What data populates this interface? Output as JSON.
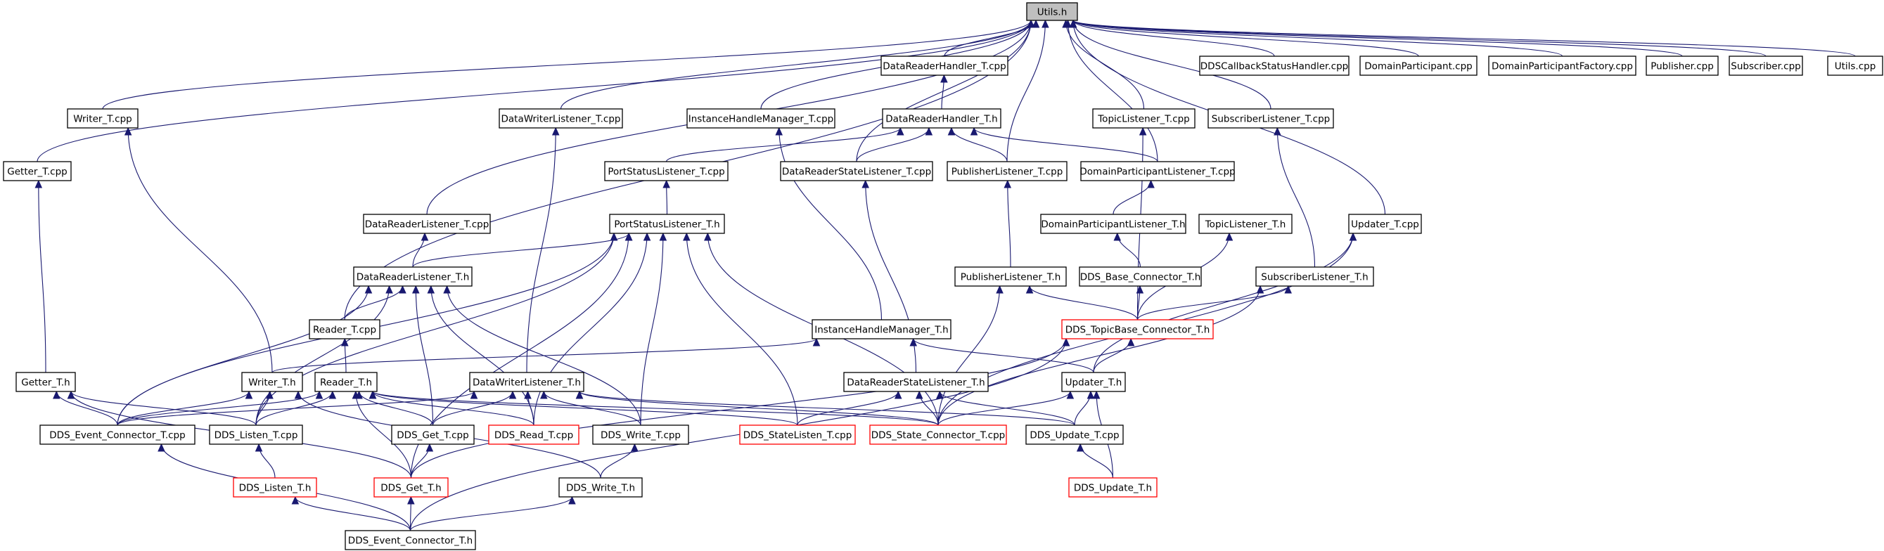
{
  "diagram": {
    "title": "",
    "colors": {
      "edge": "#191970",
      "border": "#000000",
      "highlight_border": "#ff0000",
      "root_fill": "#bfbfbf"
    },
    "nodes": [
      {
        "id": "utils_h",
        "label": "Utils.h",
        "style": "root"
      },
      {
        "id": "dataReaderHandler_T_cpp",
        "label": "DataReaderHandler_T.cpp",
        "style": "normal"
      },
      {
        "id": "ddsCallbackStatusHandler_cpp",
        "label": "DDSCallbackStatusHandler.cpp",
        "style": "normal"
      },
      {
        "id": "domainParticipant_cpp",
        "label": "DomainParticipant.cpp",
        "style": "normal"
      },
      {
        "id": "domainParticipantFactory_cpp",
        "label": "DomainParticipantFactory.cpp",
        "style": "normal"
      },
      {
        "id": "publisher_cpp",
        "label": "Publisher.cpp",
        "style": "normal"
      },
      {
        "id": "subscriber_cpp",
        "label": "Subscriber.cpp",
        "style": "normal"
      },
      {
        "id": "utils_cpp",
        "label": "Utils.cpp",
        "style": "normal"
      },
      {
        "id": "writer_T_cpp",
        "label": "Writer_T.cpp",
        "style": "normal"
      },
      {
        "id": "dataWriterListener_T_cpp",
        "label": "DataWriterListener_T.cpp",
        "style": "normal"
      },
      {
        "id": "instanceHandleManager_T_cpp",
        "label": "InstanceHandleManager_T.cpp",
        "style": "normal"
      },
      {
        "id": "dataReaderHandler_T_h",
        "label": "DataReaderHandler_T.h",
        "style": "normal"
      },
      {
        "id": "topicListener_T_cpp",
        "label": "TopicListener_T.cpp",
        "style": "normal"
      },
      {
        "id": "subscriberListener_T_cpp",
        "label": "SubscriberListener_T.cpp",
        "style": "normal"
      },
      {
        "id": "getter_T_cpp",
        "label": "Getter_T.cpp",
        "style": "normal"
      },
      {
        "id": "portStatusListener_T_cpp",
        "label": "PortStatusListener_T.cpp",
        "style": "normal"
      },
      {
        "id": "dataReaderStateListener_T_cpp",
        "label": "DataReaderStateListener_T.cpp",
        "style": "normal"
      },
      {
        "id": "publisherListener_T_cpp",
        "label": "PublisherListener_T.cpp",
        "style": "normal"
      },
      {
        "id": "domainParticipantListener_T_cpp",
        "label": "DomainParticipantListener_T.cpp",
        "style": "normal"
      },
      {
        "id": "dataReaderListener_T_cpp",
        "label": "DataReaderListener_T.cpp",
        "style": "normal"
      },
      {
        "id": "portStatusListener_T_h",
        "label": "PortStatusListener_T.h",
        "style": "normal"
      },
      {
        "id": "domainParticipantListener_T_h",
        "label": "DomainParticipantListener_T.h",
        "style": "normal"
      },
      {
        "id": "topicListener_T_h",
        "label": "TopicListener_T.h",
        "style": "normal"
      },
      {
        "id": "updater_T_cpp",
        "label": "Updater_T.cpp",
        "style": "normal"
      },
      {
        "id": "dataReaderListener_T_h",
        "label": "DataReaderListener_T.h",
        "style": "normal"
      },
      {
        "id": "publisherListener_T_h",
        "label": "PublisherListener_T.h",
        "style": "normal"
      },
      {
        "id": "dds_Base_Connector_T_h",
        "label": "DDS_Base_Connector_T.h",
        "style": "normal"
      },
      {
        "id": "subscriberListener_T_h",
        "label": "SubscriberListener_T.h",
        "style": "normal"
      },
      {
        "id": "reader_T_cpp",
        "label": "Reader_T.cpp",
        "style": "normal"
      },
      {
        "id": "instanceHandleManager_T_h",
        "label": "InstanceHandleManager_T.h",
        "style": "normal"
      },
      {
        "id": "dds_TopicBase_Connector_T_h",
        "label": "DDS_TopicBase_Connector_T.h",
        "style": "red"
      },
      {
        "id": "getter_T_h",
        "label": "Getter_T.h",
        "style": "normal"
      },
      {
        "id": "writer_T_h",
        "label": "Writer_T.h",
        "style": "normal"
      },
      {
        "id": "reader_T_h",
        "label": "Reader_T.h",
        "style": "normal"
      },
      {
        "id": "dataWriterListener_T_h",
        "label": "DataWriterListener_T.h",
        "style": "normal"
      },
      {
        "id": "dataReaderStateListener_T_h",
        "label": "DataReaderStateListener_T.h",
        "style": "normal"
      },
      {
        "id": "updater_T_h",
        "label": "Updater_T.h",
        "style": "normal"
      },
      {
        "id": "dds_Event_Connector_T_cpp",
        "label": "DDS_Event_Connector_T.cpp",
        "style": "normal"
      },
      {
        "id": "dds_Listen_T_cpp",
        "label": "DDS_Listen_T.cpp",
        "style": "normal"
      },
      {
        "id": "dds_Get_T_cpp",
        "label": "DDS_Get_T.cpp",
        "style": "normal"
      },
      {
        "id": "dds_Read_T_cpp",
        "label": "DDS_Read_T.cpp",
        "style": "red"
      },
      {
        "id": "dds_Write_T_cpp",
        "label": "DDS_Write_T.cpp",
        "style": "normal"
      },
      {
        "id": "dds_StateListen_T_cpp",
        "label": "DDS_StateListen_T.cpp",
        "style": "red"
      },
      {
        "id": "dds_State_Connector_T_cpp",
        "label": "DDS_State_Connector_T.cpp",
        "style": "red"
      },
      {
        "id": "dds_Update_T_cpp",
        "label": "DDS_Update_T.cpp",
        "style": "normal"
      },
      {
        "id": "dds_Listen_T_h",
        "label": "DDS_Listen_T.h",
        "style": "red"
      },
      {
        "id": "dds_Get_T_h",
        "label": "DDS_Get_T.h",
        "style": "red"
      },
      {
        "id": "dds_Write_T_h",
        "label": "DDS_Write_T.h",
        "style": "normal"
      },
      {
        "id": "dds_Update_T_h",
        "label": "DDS_Update_T.h",
        "style": "red"
      },
      {
        "id": "dds_Event_Connector_T_h",
        "label": "DDS_Event_Connector_T.h",
        "style": "normal"
      }
    ],
    "edges": [
      {
        "from": "dataReaderHandler_T_cpp",
        "to": "utils_h"
      },
      {
        "from": "ddsCallbackStatusHandler_cpp",
        "to": "utils_h"
      },
      {
        "from": "domainParticipant_cpp",
        "to": "utils_h"
      },
      {
        "from": "domainParticipantFactory_cpp",
        "to": "utils_h"
      },
      {
        "from": "publisher_cpp",
        "to": "utils_h"
      },
      {
        "from": "subscriber_cpp",
        "to": "utils_h"
      },
      {
        "from": "utils_cpp",
        "to": "utils_h"
      },
      {
        "from": "writer_T_cpp",
        "to": "utils_h"
      },
      {
        "from": "dataWriterListener_T_cpp",
        "to": "utils_h"
      },
      {
        "from": "instanceHandleManager_T_cpp",
        "to": "utils_h"
      },
      {
        "from": "topicListener_T_cpp",
        "to": "utils_h"
      },
      {
        "from": "subscriberListener_T_cpp",
        "to": "utils_h"
      },
      {
        "from": "getter_T_cpp",
        "to": "utils_h"
      },
      {
        "from": "dataReaderStateListener_T_cpp",
        "to": "utils_h"
      },
      {
        "from": "publisherListener_T_cpp",
        "to": "utils_h"
      },
      {
        "from": "domainParticipantListener_T_cpp",
        "to": "utils_h"
      },
      {
        "from": "dataReaderListener_T_cpp",
        "to": "utils_h"
      },
      {
        "from": "updater_T_cpp",
        "to": "utils_h"
      },
      {
        "from": "reader_T_cpp",
        "to": "utils_h"
      },
      {
        "from": "dataReaderHandler_T_h",
        "to": "dataReaderHandler_T_cpp"
      },
      {
        "from": "portStatusListener_T_cpp",
        "to": "dataReaderHandler_T_h"
      },
      {
        "from": "dataReaderStateListener_T_cpp",
        "to": "dataReaderHandler_T_h"
      },
      {
        "from": "publisherListener_T_cpp",
        "to": "dataReaderHandler_T_h"
      },
      {
        "from": "domainParticipantListener_T_cpp",
        "to": "dataReaderHandler_T_h"
      },
      {
        "from": "writer_T_h",
        "to": "writer_T_cpp"
      },
      {
        "from": "dataWriterListener_T_h",
        "to": "dataWriterListener_T_cpp"
      },
      {
        "from": "instanceHandleManager_T_h",
        "to": "instanceHandleManager_T_cpp"
      },
      {
        "from": "dds_TopicBase_Connector_T_h",
        "to": "topicListener_T_cpp"
      },
      {
        "from": "subscriberListener_T_h",
        "to": "subscriberListener_T_cpp"
      },
      {
        "from": "getter_T_h",
        "to": "getter_T_cpp"
      },
      {
        "from": "portStatusListener_T_h",
        "to": "portStatusListener_T_cpp"
      },
      {
        "from": "dataReaderStateListener_T_h",
        "to": "dataReaderStateListener_T_cpp"
      },
      {
        "from": "publisherListener_T_h",
        "to": "publisherListener_T_cpp"
      },
      {
        "from": "domainParticipantListener_T_h",
        "to": "domainParticipantListener_T_cpp"
      },
      {
        "from": "dataReaderListener_T_h",
        "to": "dataReaderListener_T_cpp"
      },
      {
        "from": "updater_T_h",
        "to": "updater_T_cpp"
      },
      {
        "from": "reader_T_h",
        "to": "reader_T_cpp"
      },
      {
        "from": "dataReaderListener_T_h",
        "to": "portStatusListener_T_h"
      },
      {
        "from": "dds_Event_Connector_T_cpp",
        "to": "portStatusListener_T_h"
      },
      {
        "from": "dds_Listen_T_cpp",
        "to": "portStatusListener_T_h"
      },
      {
        "from": "dds_Read_T_cpp",
        "to": "portStatusListener_T_h"
      },
      {
        "from": "dds_Write_T_cpp",
        "to": "portStatusListener_T_h"
      },
      {
        "from": "dds_StateListen_T_cpp",
        "to": "portStatusListener_T_h"
      },
      {
        "from": "dds_State_Connector_T_cpp",
        "to": "portStatusListener_T_h"
      },
      {
        "from": "dds_Get_T_h",
        "to": "portStatusListener_T_h"
      },
      {
        "from": "dds_Base_Connector_T_h",
        "to": "domainParticipantListener_T_h"
      },
      {
        "from": "dds_TopicBase_Connector_T_h",
        "to": "topicListener_T_h"
      },
      {
        "from": "dds_State_Connector_T_cpp",
        "to": "updater_T_cpp"
      },
      {
        "from": "reader_T_cpp",
        "to": "dataReaderListener_T_h"
      },
      {
        "from": "dds_Event_Connector_T_cpp",
        "to": "dataReaderListener_T_h"
      },
      {
        "from": "dds_Listen_T_cpp",
        "to": "dataReaderListener_T_h"
      },
      {
        "from": "dds_Get_T_cpp",
        "to": "dataReaderListener_T_h"
      },
      {
        "from": "dds_Read_T_cpp",
        "to": "dataReaderListener_T_h"
      },
      {
        "from": "dds_Write_T_cpp",
        "to": "dataReaderListener_T_h"
      },
      {
        "from": "dds_TopicBase_Connector_T_h",
        "to": "publisherListener_T_h"
      },
      {
        "from": "dds_State_Connector_T_cpp",
        "to": "publisherListener_T_h"
      },
      {
        "from": "dds_TopicBase_Connector_T_h",
        "to": "dds_Base_Connector_T_h"
      },
      {
        "from": "dds_TopicBase_Connector_T_h",
        "to": "subscriberListener_T_h"
      },
      {
        "from": "dds_State_Connector_T_cpp",
        "to": "subscriberListener_T_h"
      },
      {
        "from": "writer_T_h",
        "to": "instanceHandleManager_T_h"
      },
      {
        "from": "updater_T_h",
        "to": "instanceHandleManager_T_h"
      },
      {
        "from": "updater_T_h",
        "to": "dds_TopicBase_Connector_T_h"
      },
      {
        "from": "dds_Get_T_h",
        "to": "dds_TopicBase_Connector_T_h"
      },
      {
        "from": "dds_Event_Connector_T_h",
        "to": "dds_TopicBase_Connector_T_h"
      },
      {
        "from": "dds_Event_Connector_T_cpp",
        "to": "getter_T_h"
      },
      {
        "from": "dds_Listen_T_cpp",
        "to": "getter_T_h"
      },
      {
        "from": "dds_Get_T_h",
        "to": "getter_T_h"
      },
      {
        "from": "dds_Event_Connector_T_cpp",
        "to": "writer_T_h"
      },
      {
        "from": "dds_Listen_T_cpp",
        "to": "writer_T_h"
      },
      {
        "from": "dds_Write_T_h",
        "to": "writer_T_h"
      },
      {
        "from": "dds_Event_Connector_T_cpp",
        "to": "reader_T_h"
      },
      {
        "from": "dds_Listen_T_cpp",
        "to": "reader_T_h"
      },
      {
        "from": "dds_Get_T_cpp",
        "to": "reader_T_h"
      },
      {
        "from": "dds_Read_T_cpp",
        "to": "reader_T_h"
      },
      {
        "from": "dds_StateListen_T_cpp",
        "to": "reader_T_h"
      },
      {
        "from": "dds_State_Connector_T_cpp",
        "to": "reader_T_h"
      },
      {
        "from": "dds_Get_T_h",
        "to": "reader_T_h"
      },
      {
        "from": "dds_Event_Connector_T_cpp",
        "to": "dataWriterListener_T_h"
      },
      {
        "from": "dds_Get_T_cpp",
        "to": "dataWriterListener_T_h"
      },
      {
        "from": "dds_Read_T_cpp",
        "to": "dataWriterListener_T_h"
      },
      {
        "from": "dds_Write_T_cpp",
        "to": "dataWriterListener_T_h"
      },
      {
        "from": "dds_State_Connector_T_cpp",
        "to": "dataWriterListener_T_h"
      },
      {
        "from": "dds_Update_T_cpp",
        "to": "dataWriterListener_T_h"
      },
      {
        "from": "dds_StateListen_T_cpp",
        "to": "dataReaderStateListener_T_h"
      },
      {
        "from": "dds_State_Connector_T_cpp",
        "to": "dataReaderStateListener_T_h"
      },
      {
        "from": "dds_Update_T_cpp",
        "to": "dataReaderStateListener_T_h"
      },
      {
        "from": "dds_State_Connector_T_cpp",
        "to": "updater_T_h"
      },
      {
        "from": "dds_Update_T_cpp",
        "to": "updater_T_h"
      },
      {
        "from": "dds_Update_T_h",
        "to": "updater_T_h"
      },
      {
        "from": "dds_Listen_T_h",
        "to": "dds_Listen_T_cpp"
      },
      {
        "from": "dds_Get_T_h",
        "to": "dds_Get_T_cpp"
      },
      {
        "from": "dds_Write_T_h",
        "to": "dds_Write_T_cpp"
      },
      {
        "from": "dds_Update_T_h",
        "to": "dds_Update_T_cpp"
      },
      {
        "from": "dds_Event_Connector_T_h",
        "to": "dds_Event_Connector_T_cpp"
      },
      {
        "from": "dds_Event_Connector_T_h",
        "to": "dds_Listen_T_h"
      },
      {
        "from": "dds_Event_Connector_T_h",
        "to": "dds_Get_T_h"
      },
      {
        "from": "dds_Event_Connector_T_h",
        "to": "dds_Write_T_h"
      }
    ]
  }
}
